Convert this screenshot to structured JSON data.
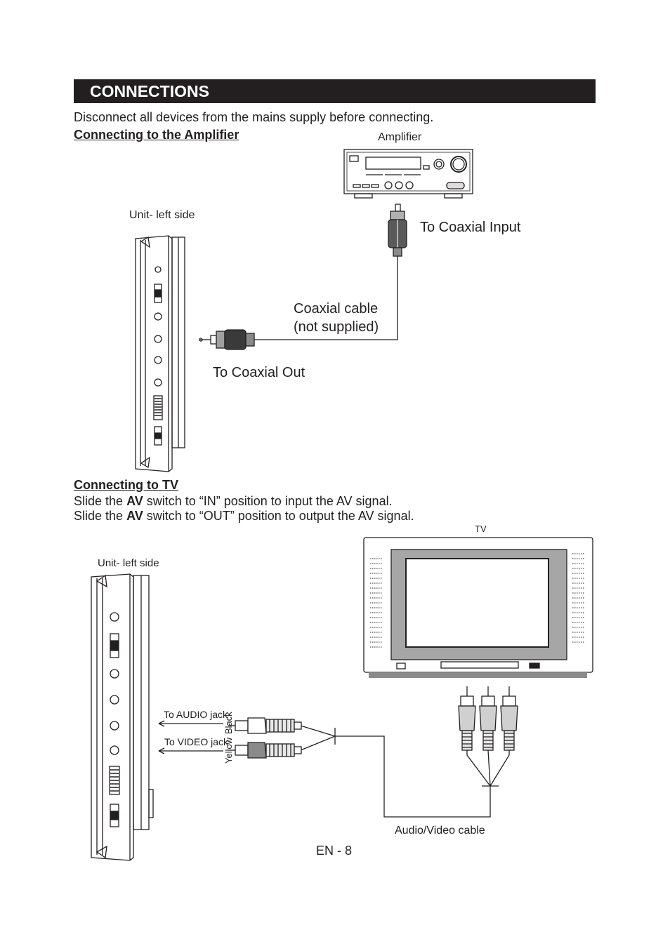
{
  "section_title": "CONNECTIONS",
  "intro": "Disconnect all devices from the mains supply before connecting.",
  "amp_section": {
    "heading": "Connecting to the Amplifier",
    "amplifier_label": "Amplifier",
    "unit_label": "Unit- left side",
    "coax_input_label": "To Coaxial Input",
    "cable_label_line1": "Coaxial cable",
    "cable_label_line2": "(not supplied)",
    "coax_out_label": "To Coaxial Out"
  },
  "tv_section": {
    "heading": "Connecting to TV",
    "line1_pre": "Slide the ",
    "line1_bold": "AV",
    "line1_post": " switch to “IN” position to input the AV signal.",
    "line2_pre": "Slide the ",
    "line2_bold": "AV",
    "line2_post": " switch to “OUT” position to output the AV signal.",
    "tv_label": "TV",
    "unit_label": "Unit- left side",
    "audio_jack_label": "To AUDIO jack",
    "video_jack_label": "To VIDEO jack",
    "black_label": "Black",
    "yellow_label": "Yellow",
    "av_cable_label": "Audio/Video cable"
  },
  "page_number": "EN - 8"
}
